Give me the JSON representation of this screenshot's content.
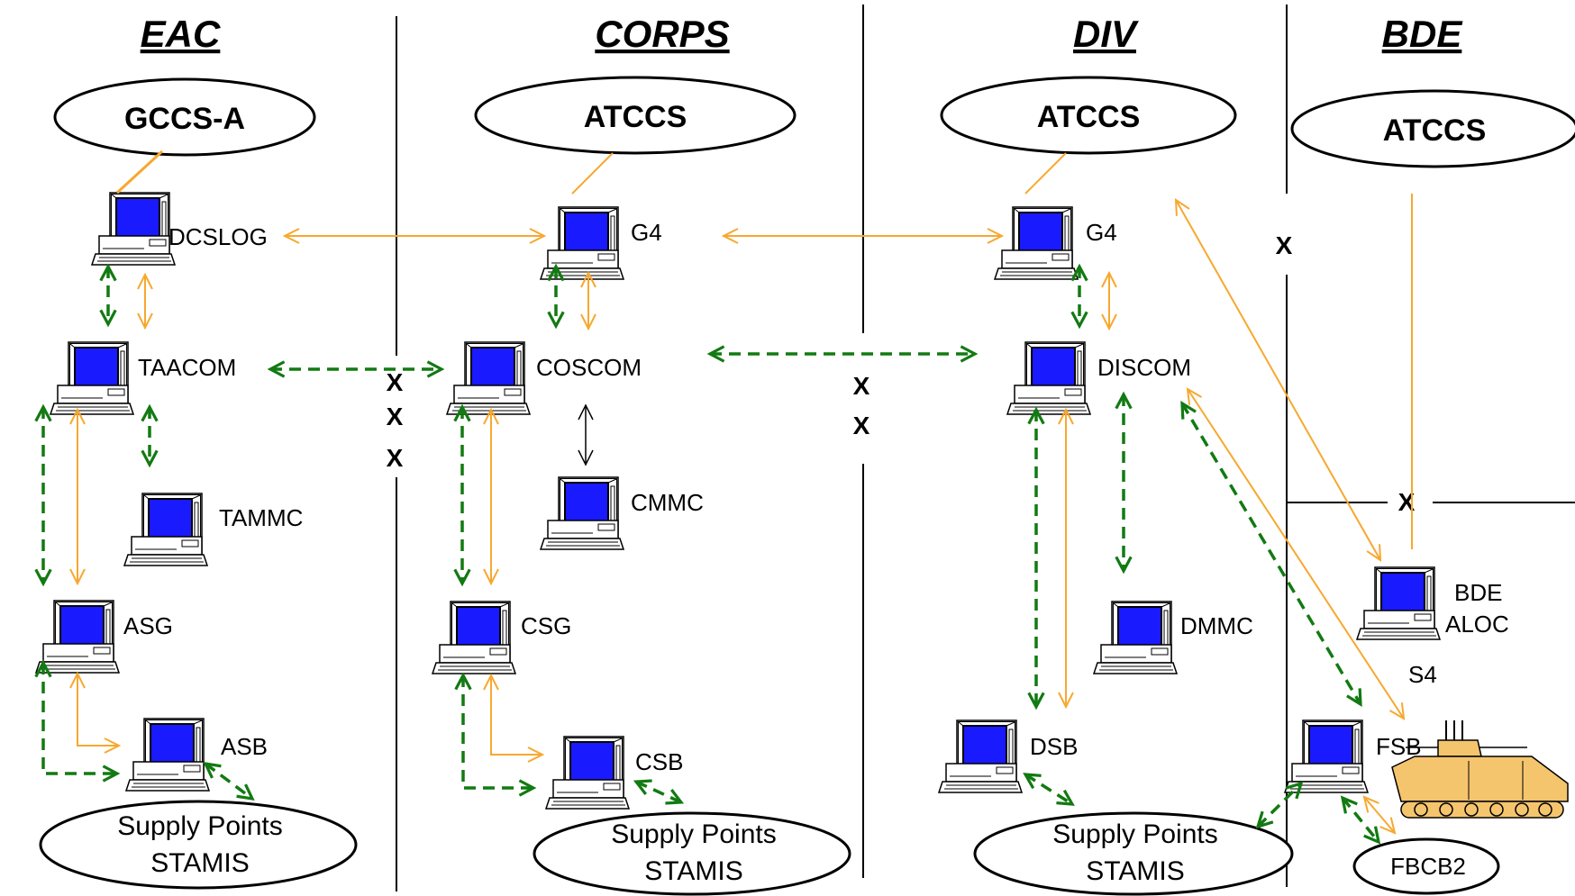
{
  "columns": {
    "eac": "EAC",
    "corps": "CORPS",
    "div": "DIV",
    "bde": "BDE"
  },
  "systems": {
    "eac": "GCCS-A",
    "corps": "ATCCS",
    "div": "ATCCS",
    "bde": "ATCCS"
  },
  "nodes": {
    "dcslog": "DCSLOG",
    "taacom": "TAACOM",
    "tammc": "TAMMC",
    "asg": "ASG",
    "asb": "ASB",
    "corps_g4": "G4",
    "coscom": "COSCOM",
    "cmmc": "CMMC",
    "csg": "CSG",
    "csb": "CSB",
    "div_g4": "G4",
    "discom": "DISCOM",
    "dmmc": "DMMC",
    "dsb": "DSB",
    "bde_aloc_line1": "BDE",
    "bde_aloc_line2": "ALOC",
    "s4": "S4",
    "fsb": "FSB",
    "fbcb2": "FBCB2"
  },
  "supply_points": {
    "line1": "Supply Points",
    "line2": "STAMIS"
  },
  "break_mark": "X",
  "colors": {
    "orange_link": "#f7a82f",
    "green_link": "#127a12",
    "screen": "#1a1aff",
    "vehicle": "#f5c56e"
  }
}
